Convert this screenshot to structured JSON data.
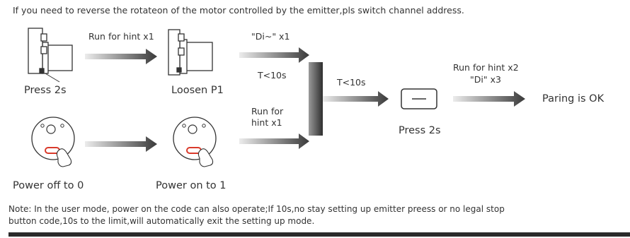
{
  "header": {
    "instruction": "If you need to reverse the rotateon of the motor controlled by the emitter,pls switch channel address."
  },
  "steps": {
    "press_2s_motor": "Press 2s",
    "loosen_p1": "Loosen P1",
    "power_off": "Power off to 0",
    "power_on": "Power on to 1",
    "press_2s_emitter": "Press 2s",
    "pairing_ok": "Paring is OK"
  },
  "arrows": {
    "run_hint_x1": "Run for hint x1",
    "di_x1": "\"Di~\" x1",
    "t_10s_upper": "T<10s",
    "run_for": "Run for",
    "hint_x1": "hint x1",
    "t_10s_merge": "T<10s",
    "run_hint_x2": "Run for hint x2",
    "di_x3": "\"Di\" x3"
  },
  "note": {
    "line1": "Note: In the user mode, power on the code can also operate;If 10s,no stay setting up emitter preess or no legal stop",
    "line2": "button code,10s to the limit,will automatically exit the setting up mode."
  },
  "colors": {
    "arrow_dark": "#3a3a3a",
    "arrow_light": "#e6e6e6",
    "highlight_red": "#d93a2b"
  },
  "icons": [
    "motor-icon",
    "motor-loosen-icon",
    "receiver-disc-icon",
    "emitter-button-icon",
    "hand-icon"
  ]
}
